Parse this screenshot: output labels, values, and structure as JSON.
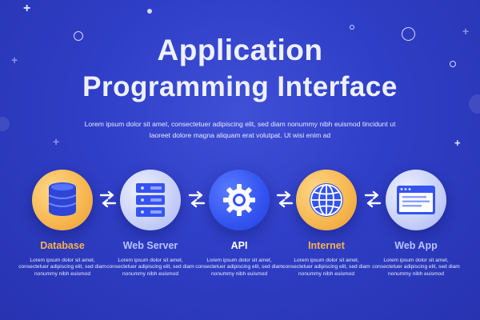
{
  "title_line1": "Application",
  "title_line2": "Programming Interface",
  "description": "Lorem ipsum dolor sit amet, consectetuer adipiscing elit, sed diam nonummy nibh euismod tincidunt ut laoreet dolore magna aliquam erat volutpat. Ut wisi enim ad",
  "nodes": [
    {
      "label": "Database",
      "icon": "database-icon",
      "label_color": "#f7b24a",
      "circle_color": "#f7b54e",
      "text": "Lorem ipsum dolor sit amet, consectetuer adipiscing elit, sed diam nonummy nibh euismod"
    },
    {
      "label": "Web Server",
      "icon": "server-icon",
      "label_color": "#b9c4ff",
      "circle_color": "#c6cff8",
      "text": "Lorem ipsum dolor sit amet, consectetuer adipiscing elit, sed diam nonummy nibh euismod"
    },
    {
      "label": "API",
      "icon": "gear-icon",
      "label_color": "#ffffff",
      "circle_color": "#3353f0",
      "text": "Lorem ipsum dolor sit amet, consectetuer adipiscing elit, sed diam nonummy nibh euismod"
    },
    {
      "label": "Internet",
      "icon": "globe-icon",
      "label_color": "#f7b24a",
      "circle_color": "#f7b54e",
      "text": "Lorem ipsum dolor sit amet, consectetuer adipiscing elit, sed diam nonummy nibh euismod"
    },
    {
      "label": "Web App",
      "icon": "browser-window-icon",
      "label_color": "#b9c4ff",
      "circle_color": "#c6cff8",
      "text": "Lorem ipsum dolor sit amet, consectetuer adipiscing elit, sed diam nonummy nibh euismod"
    }
  ],
  "connector_icon": "bidirectional-arrows-icon",
  "colors": {
    "background": "#2f3ec6",
    "accent_gold": "#f7b54e",
    "accent_blue": "#3353f0"
  }
}
